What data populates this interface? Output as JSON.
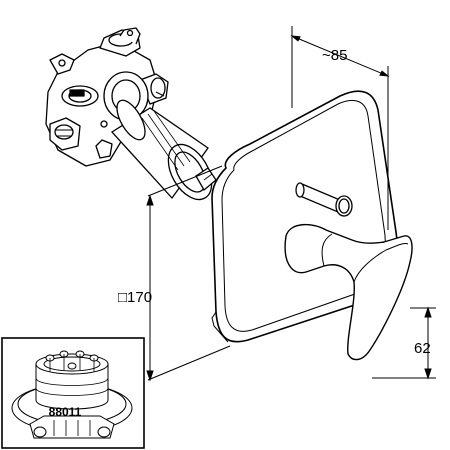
{
  "dimensions": {
    "depth": "~85",
    "height": "□170",
    "lever_offset": "62"
  },
  "inset": {
    "part_number": "88011"
  }
}
